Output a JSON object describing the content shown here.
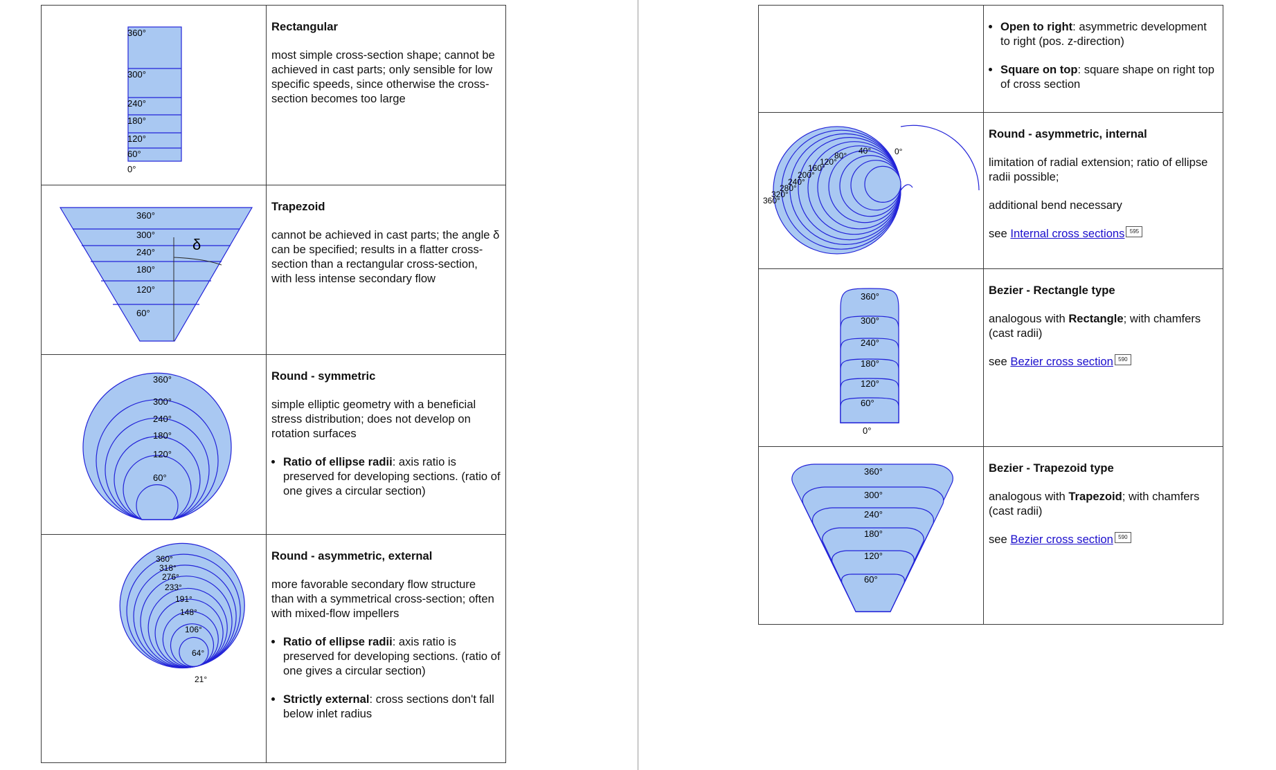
{
  "left_rows": [
    {
      "title": "Rectangular",
      "paragraphs": [
        "most simple cross-section shape; cannot be achieved in cast parts; only sensible for low specific speeds, since otherwise the cross-section becomes too large"
      ],
      "figure_labels": [
        "360°",
        "300°",
        "240°",
        "180°",
        "120°",
        "60°",
        "0°"
      ]
    },
    {
      "title": "Trapezoid",
      "paragraphs": [
        "cannot be achieved in cast parts; the angle δ can be specified; results in a flatter cross-section than a rectangular cross-section, with less intense secondary flow"
      ],
      "figure_labels": [
        "360°",
        "300°",
        "240°",
        "180°",
        "120°",
        "60°"
      ],
      "delta_symbol": "δ"
    },
    {
      "title": "Round - symmetric",
      "paragraphs": [
        "simple elliptic geometry with a beneficial stress distribution; does not develop on rotation surfaces"
      ],
      "bullets": [
        {
          "term": "Ratio of ellipse radii",
          "text": ": axis ratio is preserved for developing sections. (ratio of one gives a circular section)"
        }
      ],
      "figure_labels": [
        "360°",
        "300°",
        "240°",
        "180°",
        "120°",
        "60°"
      ]
    },
    {
      "title": "Round - asymmetric, external",
      "paragraphs": [
        "more favorable secondary flow structure than with a symmetrical cross-section; often with mixed-flow impellers"
      ],
      "bullets": [
        {
          "term": "Ratio of ellipse radii",
          "text": ": axis ratio is preserved for developing sections. (ratio of one gives a circular section)"
        },
        {
          "term": "Strictly external",
          "text": ": cross sections don't fall below inlet radius"
        }
      ],
      "figure_labels": [
        "360°",
        "318°",
        "276°",
        "233°",
        "191°",
        "148°",
        "106°",
        "64°",
        "21°"
      ]
    }
  ],
  "right_rows": [
    {
      "bullets": [
        {
          "term": "Open to right",
          "text": ": asymmetric development to right (pos. z-direction)"
        },
        {
          "term": "Square on top",
          "text": ": square shape on right top of cross section"
        }
      ]
    },
    {
      "title": "Round - asymmetric, internal",
      "paragraphs": [
        "limitation of radial extension; ratio of ellipse radii possible;",
        "additional bend necessary"
      ],
      "see_prefix": "see ",
      "link_text": "Internal cross sections",
      "page_ref": "595",
      "figure_labels": [
        "360°",
        "320°",
        "280°",
        "240°",
        "200°",
        "160°",
        "120°",
        "80°",
        "40°",
        "0°"
      ]
    },
    {
      "title": "Bezier - Rectangle type",
      "body_prefix": "analogous with ",
      "body_bold": "Rectangle",
      "body_suffix": "; with chamfers (cast radii)",
      "see_prefix": "see ",
      "link_text": "Bezier cross section",
      "page_ref": "590",
      "figure_labels": [
        "360°",
        "300°",
        "240°",
        "180°",
        "120°",
        "60°",
        "0°"
      ]
    },
    {
      "title": "Bezier - Trapezoid type",
      "body_prefix": "analogous with ",
      "body_bold": "Trapezoid",
      "body_suffix": "; with chamfers (cast radii)",
      "see_prefix": "see ",
      "link_text": "Bezier cross section",
      "page_ref": "590",
      "figure_labels": [
        "360°",
        "300°",
        "240°",
        "180°",
        "120°",
        "60°"
      ]
    }
  ],
  "colors": {
    "fill": "#a9c8f2",
    "stroke": "#2323d8",
    "border": "#3a3a3a",
    "link": "#1a0dcc"
  }
}
